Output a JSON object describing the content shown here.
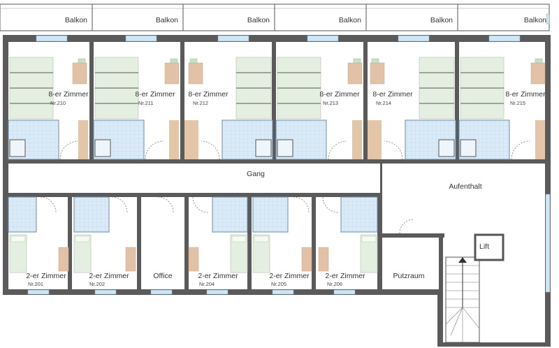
{
  "plan": {
    "balconies": [
      "Balkon",
      "Balkon",
      "Balkon",
      "Balkon",
      "Balkon",
      "Balkon"
    ],
    "rooms_top": [
      {
        "title": "8-er Zimmer",
        "nr": "Nr.210"
      },
      {
        "title": "8-er Zimmer",
        "nr": "Nr.211"
      },
      {
        "title": "8-er Zimmer",
        "nr": "Nr.212"
      },
      {
        "title": "8-er Zimmer",
        "nr": "Nr.213"
      },
      {
        "title": "8-er Zimmer",
        "nr": "Nr.214"
      },
      {
        "title": "8-er Zimmer",
        "nr": "Nr.215"
      }
    ],
    "corridor": "Gang",
    "lounge": "Aufenthalt",
    "rooms_bottom": [
      {
        "title": "2-er Zimmer",
        "nr": "Nr.201"
      },
      {
        "title": "2-er Zimmer",
        "nr": "Nr.202"
      },
      {
        "title": "Office",
        "nr": ""
      },
      {
        "title": "2-er Zimmer",
        "nr": "Nr.204"
      },
      {
        "title": "2-er Zimmer",
        "nr": "Nr.205"
      },
      {
        "title": "2-er Zimmer",
        "nr": "Nr.206"
      }
    ],
    "cleaning_room": "Putzraum",
    "lift": "Lift",
    "colors": {
      "wall": "#5a5a5a",
      "window": "#cfe6f5",
      "tile": "#dbeaf7",
      "bed": "#e4efe2",
      "table": "#e2c2a6"
    }
  }
}
